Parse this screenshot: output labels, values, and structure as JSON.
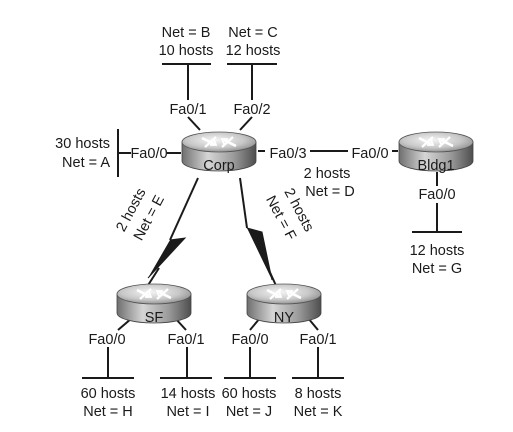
{
  "routers": {
    "corp": {
      "name": "Corp"
    },
    "sf": {
      "name": "SF"
    },
    "ny": {
      "name": "NY"
    },
    "bldg1": {
      "name": "Bldg1"
    }
  },
  "corp": {
    "fa01": "Fa0/1",
    "fa02": "Fa0/2",
    "fa00": "Fa0/0",
    "fa03": "Fa0/3",
    "lan_b": {
      "net": "Net = B",
      "hosts": "10 hosts"
    },
    "lan_c": {
      "net": "Net = C",
      "hosts": "12 hosts"
    },
    "lan_a": {
      "hosts": "30 hosts",
      "net": "Net = A"
    }
  },
  "link_d": {
    "hosts": "2 hosts",
    "net": "Net = D"
  },
  "link_e": {
    "hosts": "2 hosts",
    "net": "Net = E"
  },
  "link_f": {
    "hosts": "2 hosts",
    "net": "Net = F"
  },
  "bldg1": {
    "fa00_left": "Fa0/0",
    "fa00_bottom": "Fa0/0",
    "lan_g": {
      "hosts": "12 hosts",
      "net": "Net = G"
    }
  },
  "sf": {
    "fa00": "Fa0/0",
    "fa01": "Fa0/1",
    "lan_h": {
      "hosts": "60 hosts",
      "net": "Net = H"
    },
    "lan_i": {
      "hosts": "14 hosts",
      "net": "Net = I"
    }
  },
  "ny": {
    "fa00": "Fa0/0",
    "fa01": "Fa0/1",
    "lan_j": {
      "hosts": "60 hosts",
      "net": "Net = J"
    },
    "lan_k": {
      "hosts": "8 hosts",
      "net": "Net = K"
    }
  }
}
